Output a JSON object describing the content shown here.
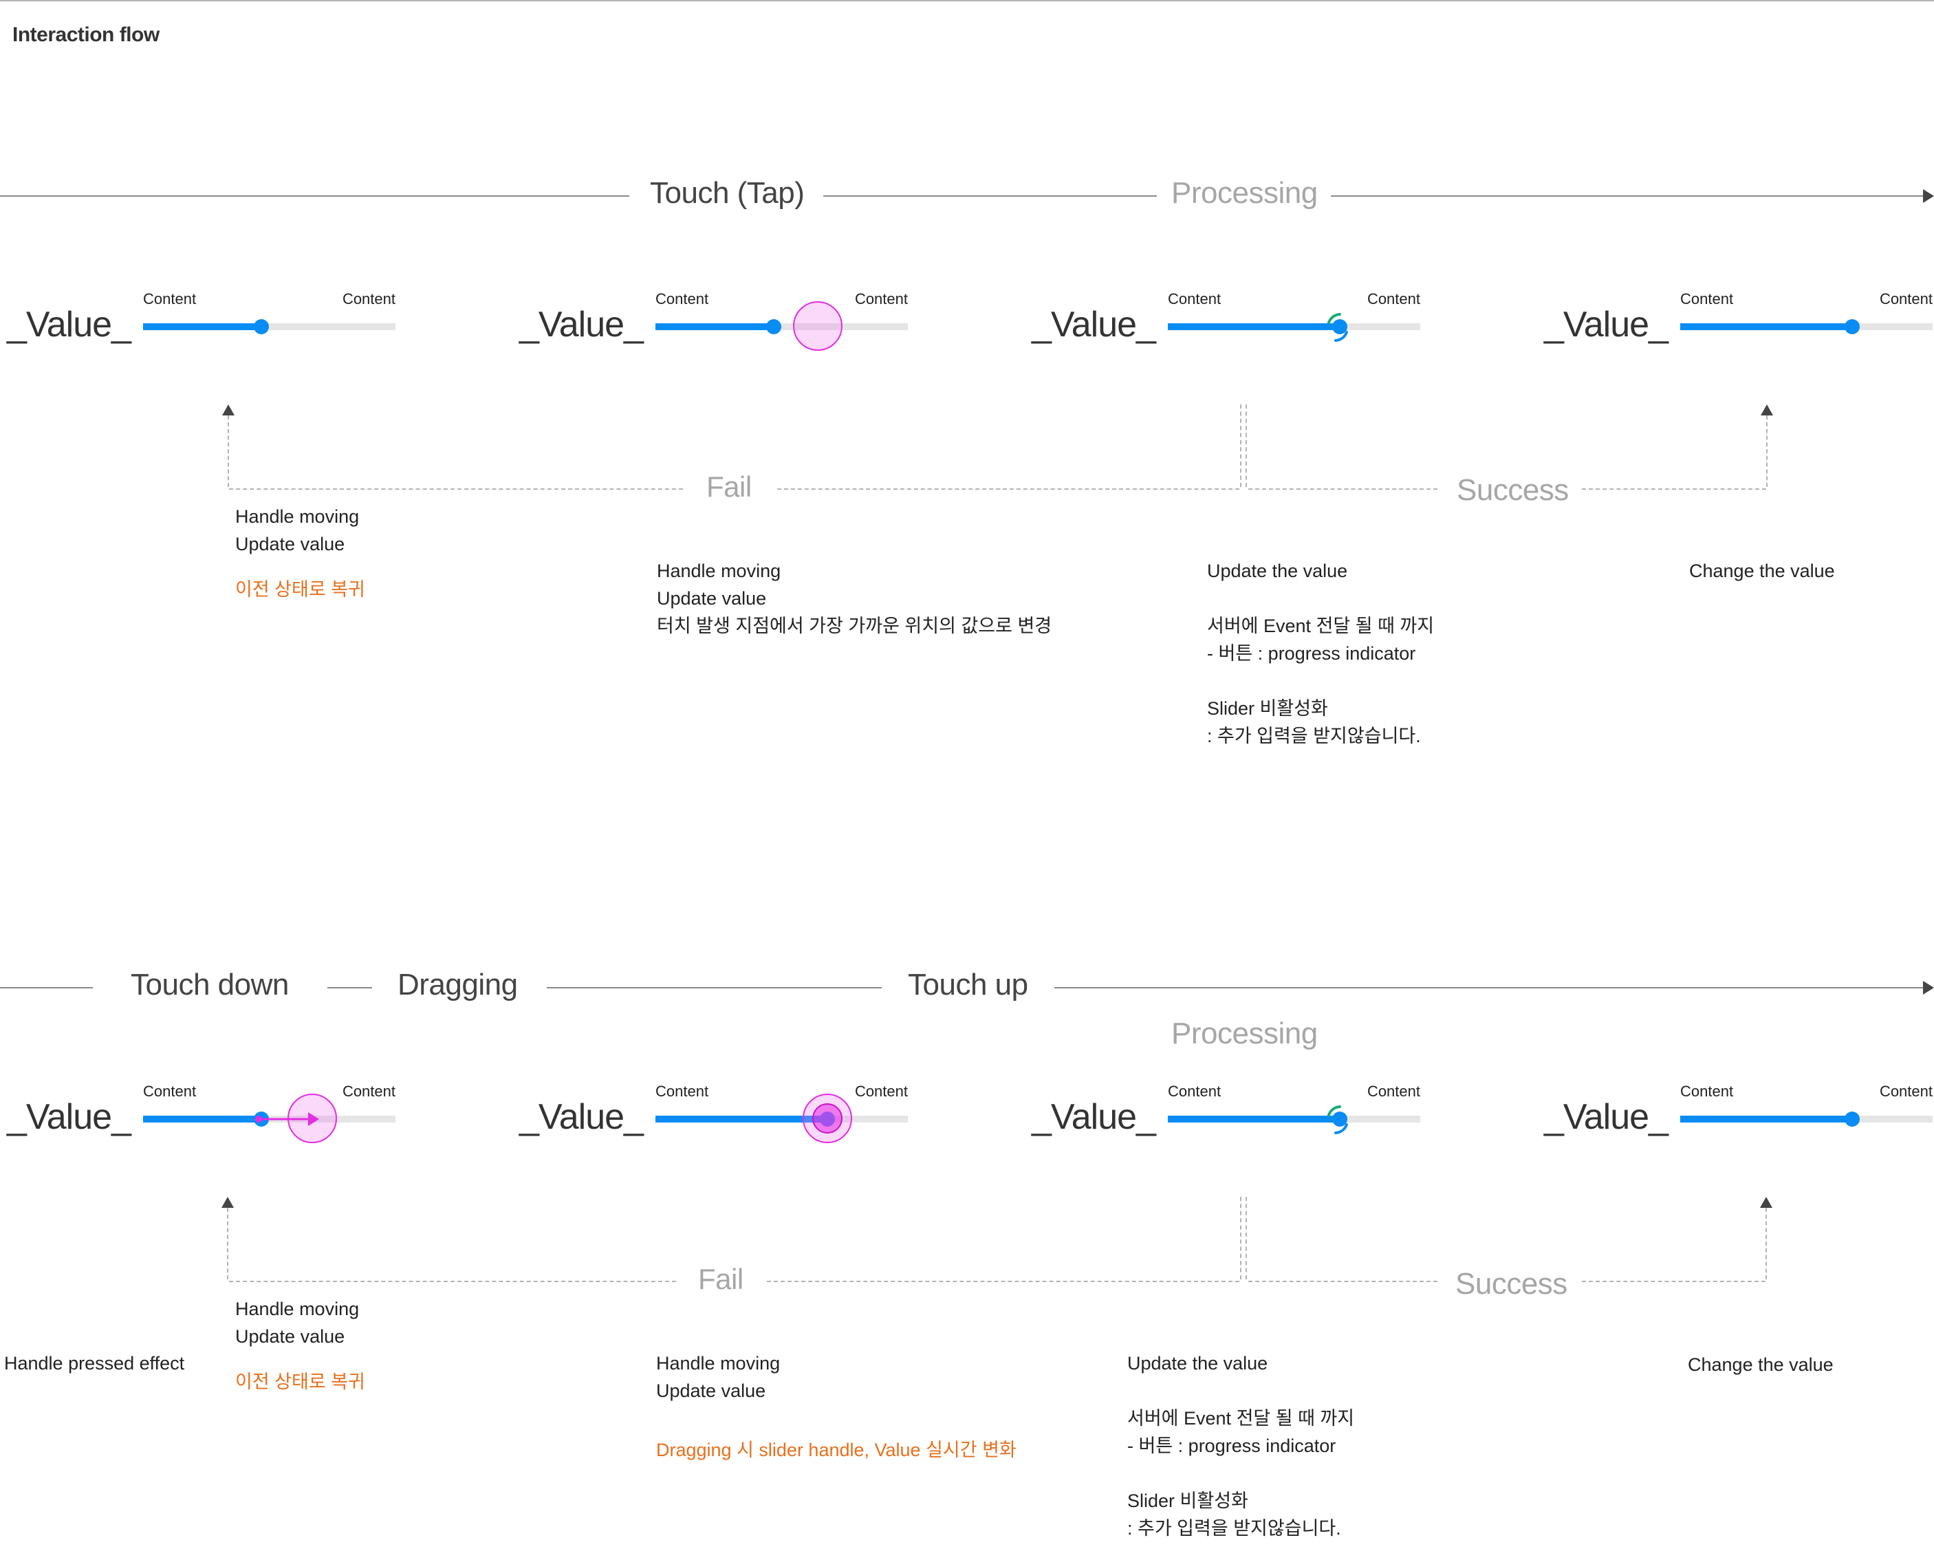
{
  "title": "Interaction flow",
  "colors": {
    "accent_blue": "#0a8cf5",
    "track_gray": "#e5e5e5",
    "touch_magenta": "#e22ee2",
    "note_orange": "#e8701c",
    "spinner_green": "#1aaa7a",
    "phase_light": "#a6a6a6"
  },
  "flow_tap": {
    "phases": [
      {
        "label": "Touch (Tap)",
        "style": "dark"
      },
      {
        "label": "Processing",
        "style": "light"
      }
    ],
    "sliders": [
      {
        "value_label": "_Value_",
        "left_label": "Content",
        "right_label": "Content",
        "progress": 0.47,
        "state": "idle"
      },
      {
        "value_label": "_Value_",
        "left_label": "Content",
        "right_label": "Content",
        "progress": 0.47,
        "state": "tap-indicator"
      },
      {
        "value_label": "_Value_",
        "left_label": "Content",
        "right_label": "Content",
        "progress": 0.68,
        "state": "processing-spinner"
      },
      {
        "value_label": "_Value_",
        "left_label": "Content",
        "right_label": "Content",
        "progress": 0.68,
        "state": "updated"
      }
    ],
    "branches": {
      "fail": "Fail",
      "success": "Success"
    },
    "notes": {
      "fail_result": [
        "Handle moving",
        "Update value"
      ],
      "fail_result_highlight": "이전 상태로 복귀",
      "tap": [
        "Handle moving",
        "Update value",
        "터치 발생 지점에서 가장 가까운 위치의 값으로 변경"
      ],
      "processing": [
        "Update the value",
        "",
        "서버에 Event 전달 될 때 까지",
        "- 버튼 : progress indicator",
        "",
        "Slider 비활성화",
        ": 추가 입력을 받지않습니다."
      ],
      "success": [
        "Change the value"
      ]
    }
  },
  "flow_drag": {
    "phases": [
      {
        "label": "Touch down",
        "style": "dark"
      },
      {
        "label": "Dragging",
        "style": "dark"
      },
      {
        "label": "Touch up",
        "style": "dark"
      },
      {
        "label": "Processing",
        "style": "light"
      }
    ],
    "sliders": [
      {
        "value_label": "_Value_",
        "left_label": "Content",
        "right_label": "Content",
        "progress": 0.47,
        "state": "touch-down-drag-arrow"
      },
      {
        "value_label": "_Value_",
        "left_label": "Content",
        "right_label": "Content",
        "progress": 0.68,
        "state": "dragging-pressed"
      },
      {
        "value_label": "_Value_",
        "left_label": "Content",
        "right_label": "Content",
        "progress": 0.68,
        "state": "processing-spinner"
      },
      {
        "value_label": "_Value_",
        "left_label": "Content",
        "right_label": "Content",
        "progress": 0.68,
        "state": "updated"
      }
    ],
    "branches": {
      "fail": "Fail",
      "success": "Success"
    },
    "notes": {
      "touch_down": [
        "Handle pressed effect"
      ],
      "fail_result": [
        "Handle moving",
        "Update value"
      ],
      "fail_result_highlight": "이전 상태로 복귀",
      "dragging": [
        "Handle moving",
        "Update value"
      ],
      "dragging_highlight": "Dragging 시 slider handle, Value 실시간 변화",
      "processing": [
        "Update the value",
        "",
        "서버에 Event 전달 될 때 까지",
        "- 버튼 : progress indicator",
        "",
        "Slider 비활성화",
        ": 추가 입력을 받지않습니다."
      ],
      "success": [
        "Change the value"
      ]
    }
  }
}
